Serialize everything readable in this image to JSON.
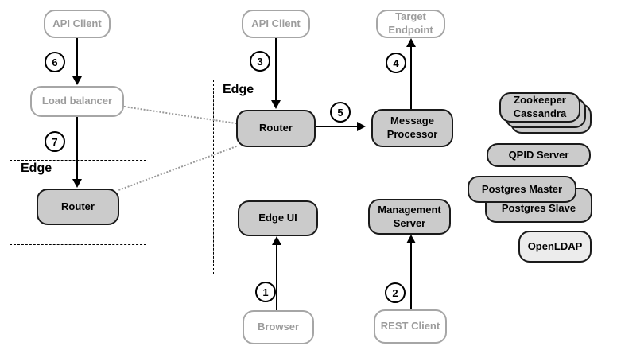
{
  "groups": {
    "edge_left": {
      "label": "Edge"
    },
    "edge_main": {
      "label": "Edge"
    }
  },
  "nodes": {
    "api_client_left": {
      "label": "API Client"
    },
    "api_client_mid": {
      "label": "API Client"
    },
    "target_endpoint": {
      "label": "Target Endpoint"
    },
    "load_balancer": {
      "label": "Load balancer"
    },
    "router_left": {
      "label": "Router"
    },
    "router_mid": {
      "label": "Router"
    },
    "message_processor": {
      "label": "Message Processor"
    },
    "edge_ui": {
      "label": "Edge UI"
    },
    "management_server": {
      "label": "Management Server"
    },
    "browser": {
      "label": "Browser"
    },
    "rest_client": {
      "label": "REST Client"
    },
    "zookeeper_stack": {
      "line1": "Zookeeper",
      "line2": "Cassandra"
    },
    "qpid": {
      "label": "QPID Server"
    },
    "postgres_master": {
      "label": "Postgres Master"
    },
    "postgres_slave": {
      "label": "Postgres Slave"
    },
    "openldap": {
      "label": "OpenLDAP"
    }
  },
  "steps": {
    "s1": "1",
    "s2": "2",
    "s3": "3",
    "s4": "4",
    "s5": "5",
    "s6": "6",
    "s7": "7"
  },
  "colors": {
    "node_fill": "#cbcbcb",
    "node_border": "#1a1a1a",
    "external_border": "#a6a6a6",
    "external_text": "#9c9c9c",
    "openldap_fill": "#ececec",
    "arrow": "#000000",
    "dotted_connector": "#999999",
    "background": "#ffffff"
  }
}
